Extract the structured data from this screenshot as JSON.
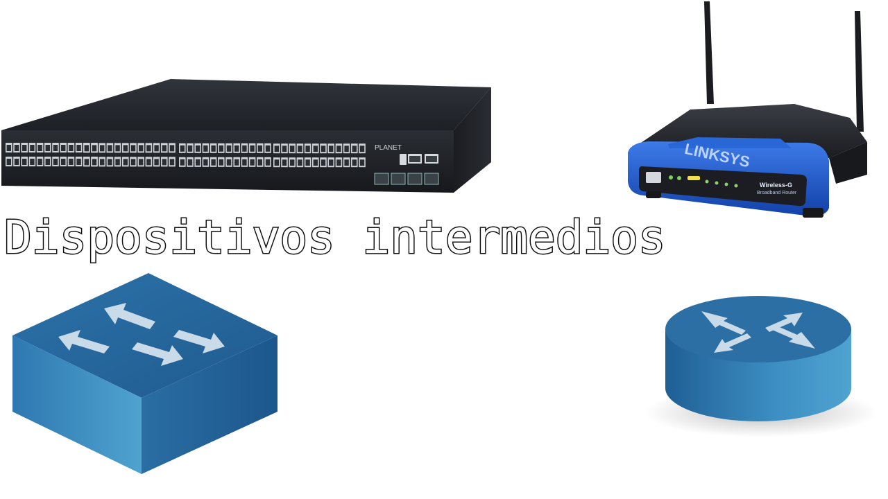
{
  "title": "Dispositivos intermedios",
  "switch_brand": "PLANET",
  "router_brand": "LINKSYS",
  "router_model": "Wireless-G",
  "router_subtitle": "Broadband Router",
  "colors": {
    "background": "#ffffff",
    "title_fill": "#ffffff",
    "title_stroke": "#111111",
    "device_body": "#262a31",
    "router_blue": "#1f57c9",
    "icon_blue_light": "#4fa3cf",
    "icon_blue_dark": "#1e5f93",
    "arrow_fill": "#c9dbe8"
  },
  "icons": [
    "network-switch-photo",
    "wireless-router-photo",
    "switch-symbol-icon",
    "router-symbol-icon"
  ]
}
